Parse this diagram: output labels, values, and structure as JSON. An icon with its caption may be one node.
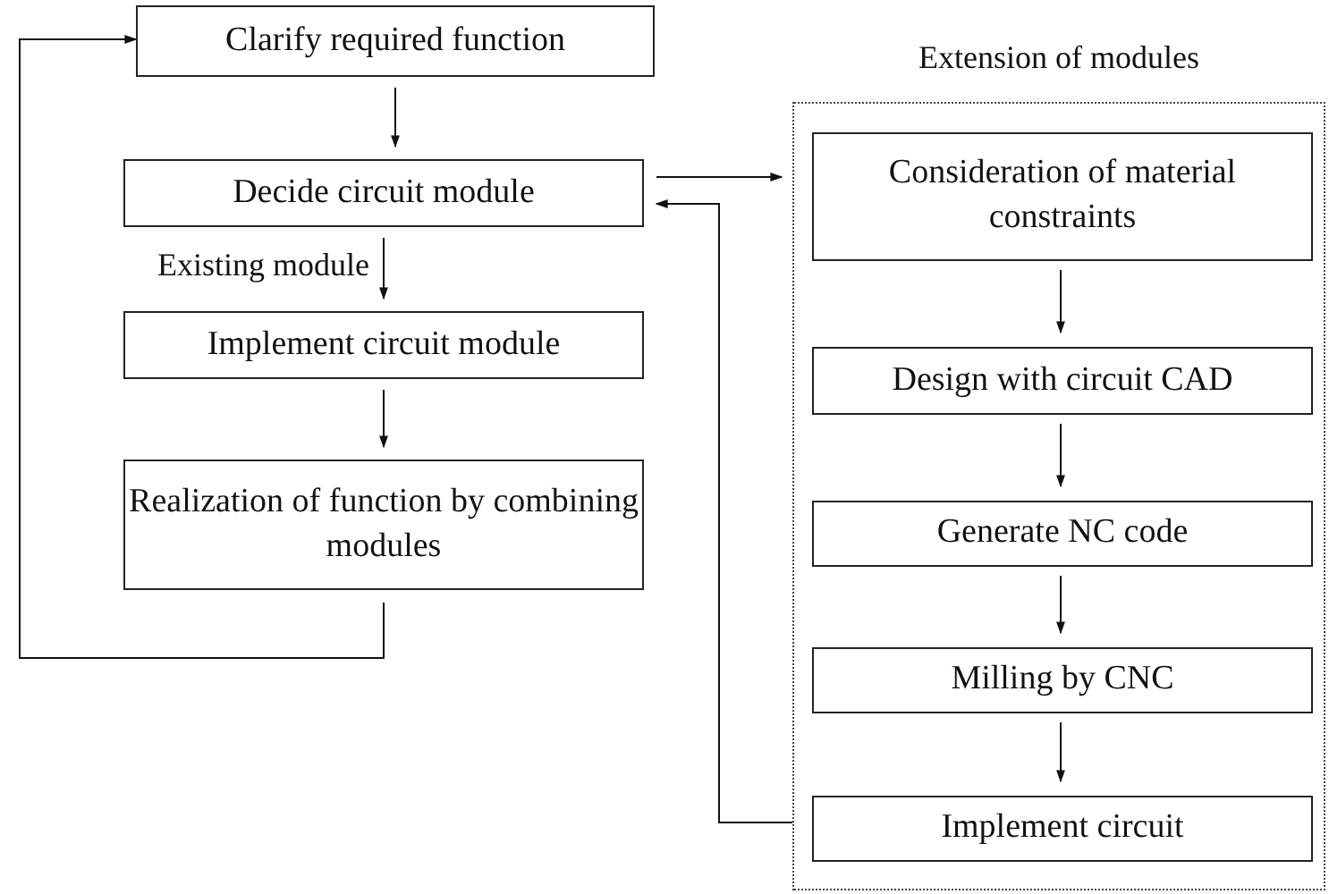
{
  "diagram": {
    "nodes": [
      {
        "text": [
          "Clarify required function"
        ]
      },
      {
        "text": [
          "Decide circuit module"
        ]
      },
      {
        "text": [
          "Implement circuit module"
        ]
      },
      {
        "text": [
          "Realization of function by combining modules"
        ]
      },
      {
        "text": [
          "Extension of modules"
        ]
      },
      {
        "text": [
          "Consideration of material constraints"
        ],
        "in": 4
      },
      {
        "text": [
          "Design with circuit CAD"
        ],
        "in": 4
      },
      {
        "text": [
          "Generate NC code"
        ],
        "in": 4
      },
      {
        "text": [
          "Milling by CNC"
        ],
        "in": 4
      },
      {
        "text": [
          "Implement circuit"
        ],
        "in": 4
      }
    ],
    "edges": [
      {
        "from": 0,
        "to": 1,
        "arrow": "to"
      },
      {
        "from": 1,
        "to": 2,
        "arrow": "to",
        "label": "Existing module"
      },
      {
        "from": 2,
        "to": 3,
        "arrow": "to"
      },
      {
        "from": 3,
        "to": 0,
        "arrow": "to"
      },
      {
        "from": 1,
        "to": 4,
        "arrow": "to"
      },
      {
        "from": 4,
        "to": 1,
        "arrow": "to"
      },
      {
        "from": 5,
        "to": 6,
        "arrow": "to"
      },
      {
        "from": 6,
        "to": 7,
        "arrow": "to"
      },
      {
        "from": 7,
        "to": 8,
        "arrow": "to"
      },
      {
        "from": 8,
        "to": 9,
        "arrow": "to"
      }
    ]
  }
}
